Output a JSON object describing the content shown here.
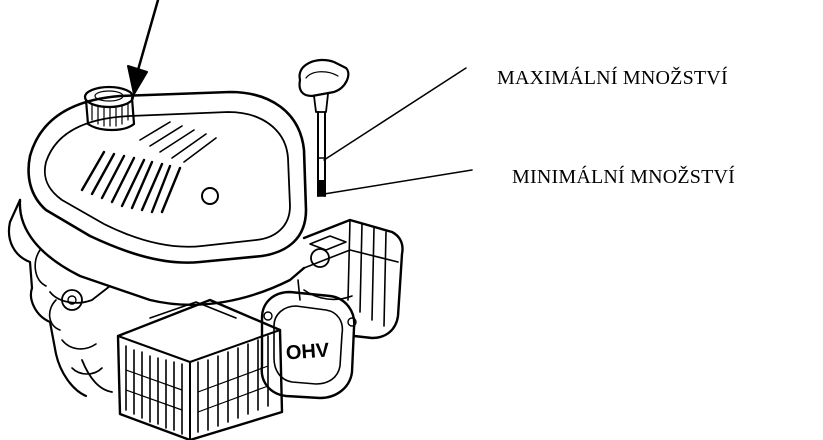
{
  "labels": {
    "max": "MAXIMÁLNÍ MNOŽSTVÍ",
    "min": "MINIMÁLNÍ MNOŽSTVÍ"
  },
  "engine": {
    "badge": "OHV"
  },
  "colors": {
    "line": "#000000",
    "background": "#ffffff"
  }
}
